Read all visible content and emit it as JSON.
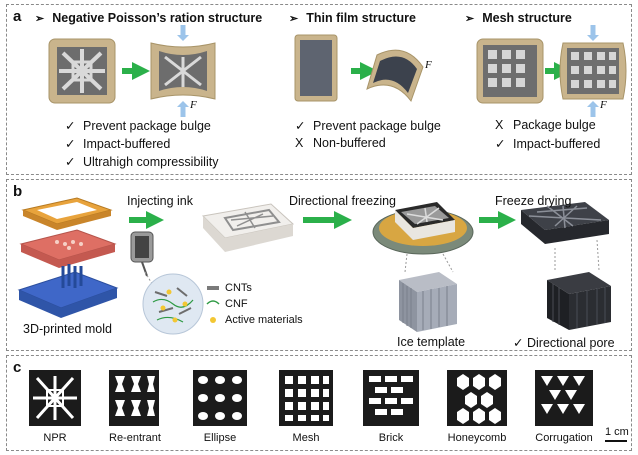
{
  "panel_a": {
    "label": "a",
    "headings": [
      "Negative Poisson’s ration structure",
      "Thin film structure",
      "Mesh structure"
    ],
    "force_label": "F",
    "npr_items": [
      {
        "mark": "✓",
        "text": "Prevent package bulge"
      },
      {
        "mark": "✓",
        "text": "Impact-buffered"
      },
      {
        "mark": "✓",
        "text": "Ultrahigh compressibility"
      }
    ],
    "film_items": [
      {
        "mark": "✓",
        "text": "Prevent package bulge"
      },
      {
        "mark": "X",
        "text": "Non-buffered"
      }
    ],
    "mesh_items": [
      {
        "mark": "X",
        "text": "Package bulge"
      },
      {
        "mark": "✓",
        "text": "Impact-buffered"
      }
    ]
  },
  "panel_b": {
    "label": "b",
    "step_injecting": "Injecting ink",
    "step_freezing": "Directional freezing",
    "step_drying": "Freeze drying",
    "mold_label": "3D-printed mold",
    "legend": [
      "CNTs",
      "CNF",
      "Active materials"
    ],
    "ice_label": "Ice template",
    "pore_mark": "✓",
    "pore_label": "Directional pore"
  },
  "panel_c": {
    "label": "c",
    "structures": [
      "NPR",
      "Re-entrant",
      "Ellipse",
      "Mesh",
      "Brick",
      "Honeycomb",
      "Corrugation"
    ],
    "scale": "1 cm"
  },
  "colors": {
    "arrow_green": "#2bb04a",
    "package_tan": "#c9b48c",
    "force_blue": "#9cc4ea",
    "mold_orange": "#e8a33c",
    "mold_red": "#de6f64",
    "mold_blue": "#3f67c8",
    "dark_sample": "#1b1b1b"
  }
}
